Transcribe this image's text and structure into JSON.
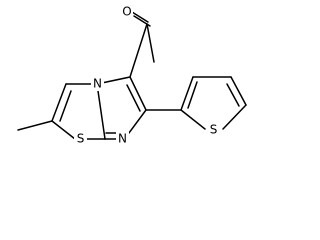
{
  "atoms": {
    "oxygen": "O",
    "ring_nitrogen": "N",
    "imine_nitrogen": "N",
    "thiazole_sulfur": "S",
    "thiophene_sulfur": "S"
  }
}
